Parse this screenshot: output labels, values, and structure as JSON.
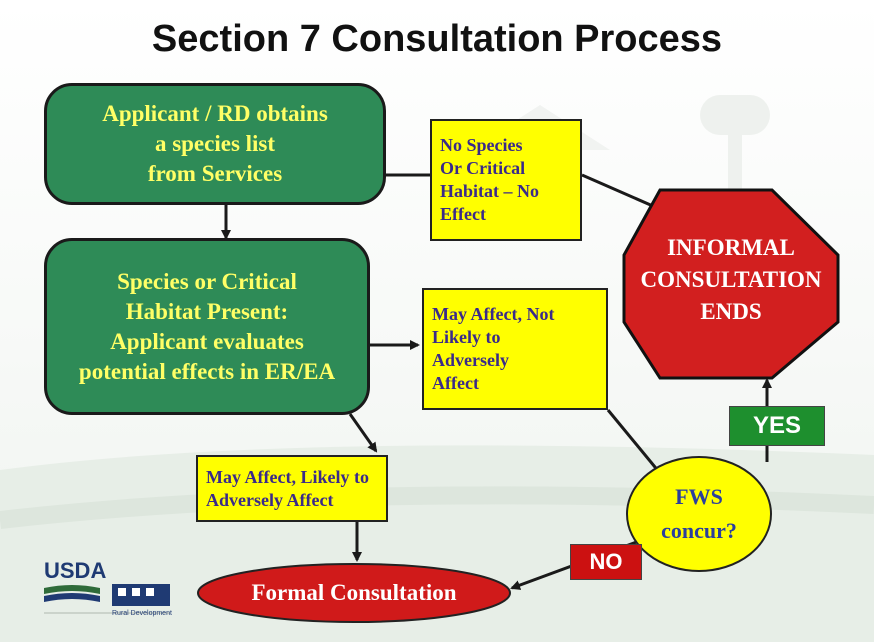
{
  "title": "Section 7 Consultation Process",
  "nodes": {
    "species_list": "Applicant / RD obtains\na species list\nfrom Services",
    "species_present": "Species or Critical\nHabitat Present:\nApplicant evaluates\npotential effects in ER/EA",
    "no_species": "No Species\nOr Critical\nHabitat – No\nEffect",
    "may_affect_not_likely": "May Affect, Not\nLikely to\nAdversely\nAffect",
    "may_affect_likely": "May Affect, Likely to\nAdversely Affect",
    "informal_ends": "INFORMAL\nCONSULTATION\nENDS",
    "fws_concur": "FWS\nconcur?",
    "formal_consultation": "Formal Consultation"
  },
  "labels": {
    "yes": "YES",
    "no": "NO"
  },
  "logos": {
    "usda": "USDA",
    "rural_development": "Rural Development"
  },
  "colors": {
    "green_box": "#2e8b57",
    "green_text": "#ffff66",
    "yellow_box": "#ffff00",
    "yellow_text": "#3a2a8a",
    "stop_red": "#d21f1f",
    "ellipse_red": "#d01a1a",
    "ellipse_yellow": "#ffff00",
    "yes_green": "#1e8f2e",
    "no_red": "#cc1111"
  }
}
